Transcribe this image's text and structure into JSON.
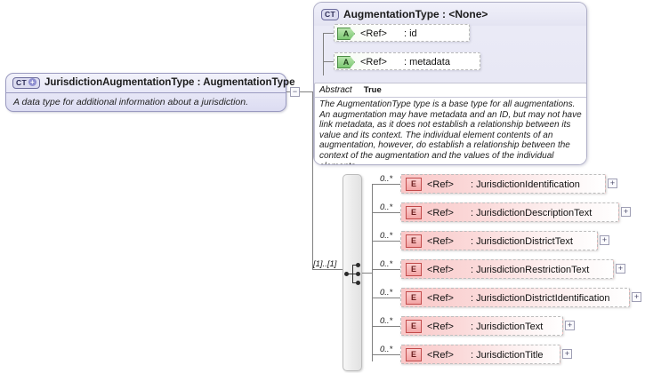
{
  "diagram": {
    "kind": "xsd-schema-diagram",
    "colors": {
      "complex_type_fill": "#e6e6f6",
      "complex_type_border": "#9a9ac0",
      "attribute_icon": "#7dc873",
      "element_fill": "#f9c8c8",
      "element_icon_border": "#c24a4a",
      "connector_line": "#808080",
      "compositor_fill": "#ececec"
    }
  },
  "root_type": {
    "badge": "CT",
    "badge_expand": "+",
    "title": "JurisdictionAugmentationType : AugmentationType",
    "annotation": "A data type for additional information about a jurisdiction.",
    "collapse_toggle": "−"
  },
  "base_type": {
    "badge": "CT",
    "title": "AugmentationType : <None>",
    "attributes": [
      {
        "icon": "A",
        "name": "<Ref>",
        "type": ": id"
      },
      {
        "icon": "A",
        "name": "<Ref>",
        "type": ": metadata"
      }
    ],
    "abstract_label": "Abstract",
    "abstract_value": "True",
    "documentation": "The AugmentationType type is a base type for all augmentations. An augmentation may have metadata and an ID, but may not have link metadata, as it does not establish a relationship between its value and its context. The individual element contents of an augmentation, however, do establish a relationship between the context of the augmentation and the values of the individual elements."
  },
  "compositor": {
    "kind": "sequence",
    "cardinality": "[1]..[1]"
  },
  "elements": [
    {
      "icon": "E",
      "name": "<Ref>",
      "type": ": JurisdictionIdentification",
      "cardinality": "0..*",
      "expander": "+"
    },
    {
      "icon": "E",
      "name": "<Ref>",
      "type": ": JurisdictionDescriptionText",
      "cardinality": "0..*",
      "expander": "+"
    },
    {
      "icon": "E",
      "name": "<Ref>",
      "type": ": JurisdictionDistrictText",
      "cardinality": "0..*",
      "expander": "+"
    },
    {
      "icon": "E",
      "name": "<Ref>",
      "type": ": JurisdictionRestrictionText",
      "cardinality": "0..*",
      "expander": "+"
    },
    {
      "icon": "E",
      "name": "<Ref>",
      "type": ": JurisdictionDistrictIdentification",
      "cardinality": "0..*",
      "expander": "+"
    },
    {
      "icon": "E",
      "name": "<Ref>",
      "type": ": JurisdictionText",
      "cardinality": "0..*",
      "expander": "+"
    },
    {
      "icon": "E",
      "name": "<Ref>",
      "type": ": JurisdictionTitle",
      "cardinality": "0..*",
      "expander": "+"
    }
  ]
}
